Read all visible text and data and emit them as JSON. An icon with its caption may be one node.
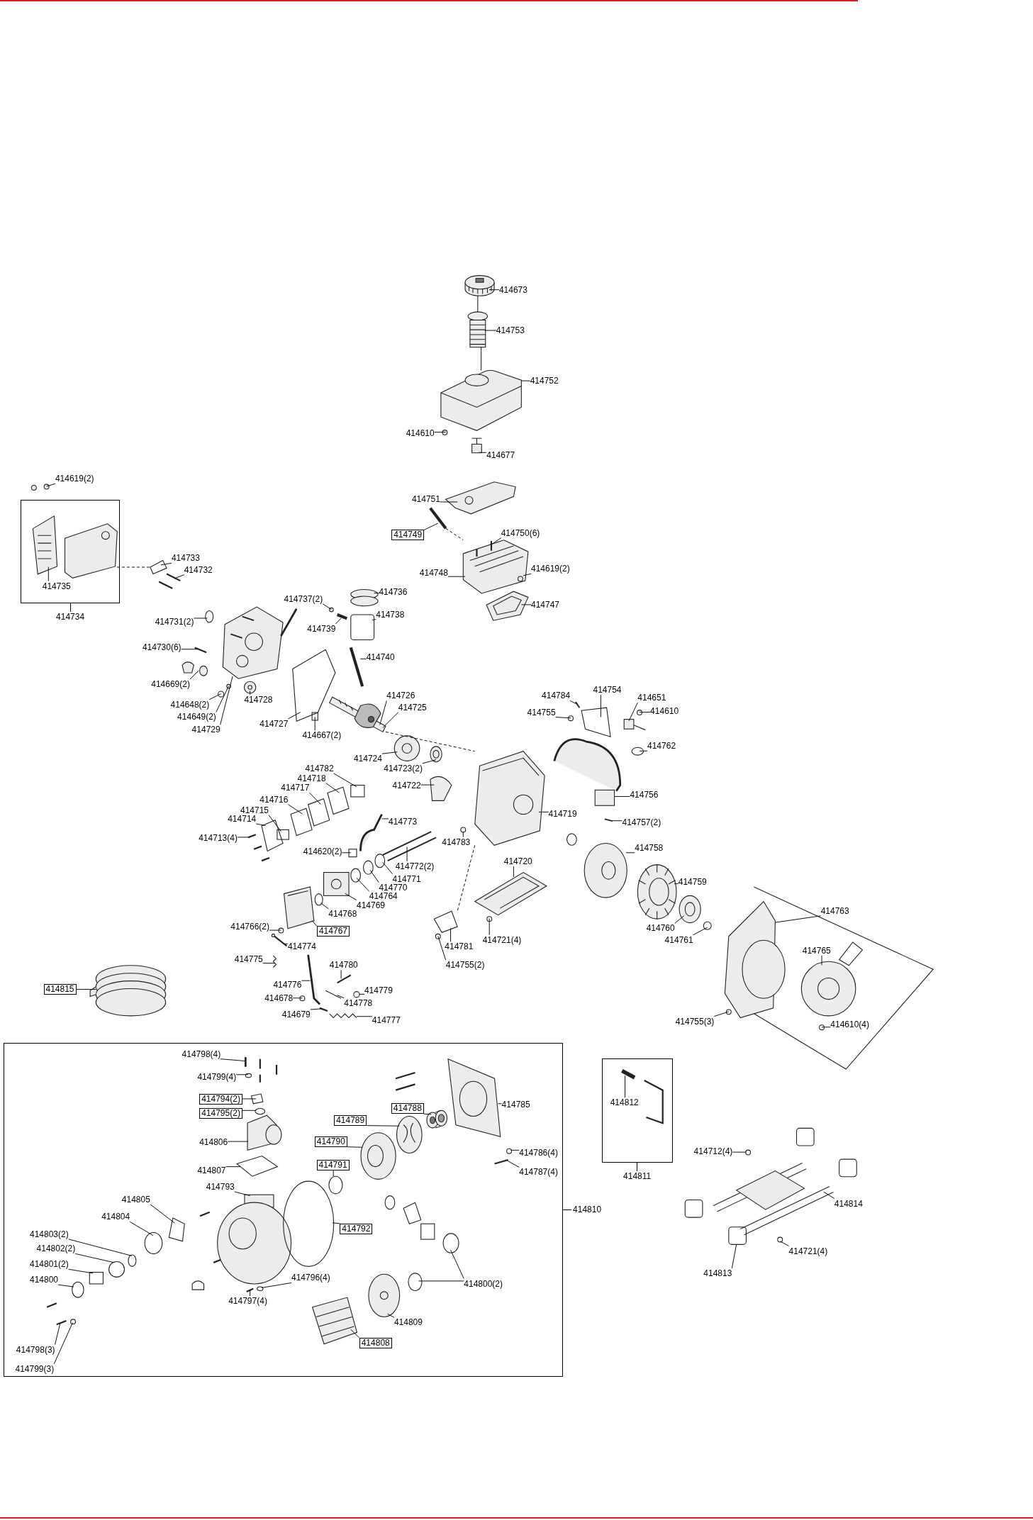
{
  "diagram": {
    "nodes": [
      {
        "text": [
          "414673"
        ]
      },
      {
        "text": [
          "414753"
        ]
      },
      {
        "text": [
          "414752"
        ]
      },
      {
        "text": [
          "414610"
        ]
      },
      {
        "text": [
          "414677"
        ]
      },
      {
        "text": [
          "414751"
        ]
      },
      {
        "text": [
          "414749"
        ]
      },
      {
        "text": [
          "414750(6)"
        ]
      },
      {
        "text": [
          "414748"
        ]
      },
      {
        "text": [
          "414619(2)"
        ]
      },
      {
        "text": [
          "414747"
        ]
      },
      {
        "text": [
          "414619(2)"
        ]
      },
      {
        "text": [
          "414734"
        ]
      },
      {
        "text": [
          "414735"
        ],
        "in": 12
      },
      {
        "text": [
          "414733"
        ]
      },
      {
        "text": [
          "414732"
        ]
      },
      {
        "text": [
          "414731(2)"
        ]
      },
      {
        "text": [
          "414730(6)"
        ]
      },
      {
        "text": [
          "414669(2)"
        ]
      },
      {
        "text": [
          "414648(2)"
        ]
      },
      {
        "text": [
          "414649(2)"
        ]
      },
      {
        "text": [
          "414729"
        ]
      },
      {
        "text": [
          "414728"
        ]
      },
      {
        "text": [
          "414727"
        ]
      },
      {
        "text": [
          "414667(2)"
        ]
      },
      {
        "text": [
          "414737(2)"
        ]
      },
      {
        "text": [
          "414736"
        ]
      },
      {
        "text": [
          "414738"
        ]
      },
      {
        "text": [
          "414739"
        ]
      },
      {
        "text": [
          "414740"
        ]
      },
      {
        "text": [
          "414726"
        ]
      },
      {
        "text": [
          "414725"
        ]
      },
      {
        "text": [
          "414724"
        ]
      },
      {
        "text": [
          "414723(2)"
        ]
      },
      {
        "text": [
          "414722"
        ]
      },
      {
        "text": [
          "414782"
        ]
      },
      {
        "text": [
          "414718"
        ]
      },
      {
        "text": [
          "414717"
        ]
      },
      {
        "text": [
          "414716"
        ]
      },
      {
        "text": [
          "414715"
        ]
      },
      {
        "text": [
          "414714"
        ]
      },
      {
        "text": [
          "414713(4)"
        ]
      },
      {
        "text": [
          "414773"
        ]
      },
      {
        "text": [
          "414620(2)"
        ]
      },
      {
        "text": [
          "414783"
        ]
      },
      {
        "text": [
          "414772(2)"
        ]
      },
      {
        "text": [
          "414771"
        ]
      },
      {
        "text": [
          "414770"
        ]
      },
      {
        "text": [
          "414764"
        ]
      },
      {
        "text": [
          "414769"
        ]
      },
      {
        "text": [
          "414768"
        ]
      },
      {
        "text": [
          "414766(2)"
        ]
      },
      {
        "text": [
          "414767"
        ]
      },
      {
        "text": [
          "414774"
        ]
      },
      {
        "text": [
          "414775"
        ]
      },
      {
        "text": [
          "414815"
        ]
      },
      {
        "text": [
          "414780"
        ]
      },
      {
        "text": [
          "414776"
        ]
      },
      {
        "text": [
          "414779"
        ]
      },
      {
        "text": [
          "414678"
        ]
      },
      {
        "text": [
          "414778"
        ]
      },
      {
        "text": [
          "414679"
        ]
      },
      {
        "text": [
          "414777"
        ]
      },
      {
        "text": [
          "414720"
        ]
      },
      {
        "text": [
          "414781"
        ]
      },
      {
        "text": [
          "414721(4)"
        ]
      },
      {
        "text": [
          "414755(2)"
        ]
      },
      {
        "text": [
          "414719"
        ]
      },
      {
        "text": [
          "414784"
        ]
      },
      {
        "text": [
          "414754"
        ]
      },
      {
        "text": [
          "414755"
        ]
      },
      {
        "text": [
          "414651"
        ]
      },
      {
        "text": [
          "414610"
        ]
      },
      {
        "text": [
          "414762"
        ]
      },
      {
        "text": [
          "414756"
        ]
      },
      {
        "text": [
          "414757(2)"
        ]
      },
      {
        "text": [
          "414758"
        ]
      },
      {
        "text": [
          "414759"
        ]
      },
      {
        "text": [
          "414760"
        ]
      },
      {
        "text": [
          "414761"
        ]
      },
      {
        "text": [
          "414763"
        ]
      },
      {
        "text": [
          "414765"
        ]
      },
      {
        "text": [
          "414755(3)"
        ]
      },
      {
        "text": [
          "414610(4)"
        ]
      },
      {
        "text": [
          "414810"
        ]
      },
      {
        "text": [
          "414798(4)"
        ],
        "in": 84
      },
      {
        "text": [
          "414799(4)"
        ],
        "in": 84
      },
      {
        "text": [
          "414794(2)"
        ],
        "in": 84
      },
      {
        "text": [
          "414795(2)"
        ],
        "in": 84
      },
      {
        "text": [
          "414806"
        ],
        "in": 84
      },
      {
        "text": [
          "414807"
        ],
        "in": 84
      },
      {
        "text": [
          "414793"
        ],
        "in": 84
      },
      {
        "text": [
          "414805"
        ],
        "in": 84
      },
      {
        "text": [
          "414804"
        ],
        "in": 84
      },
      {
        "text": [
          "414803(2)"
        ],
        "in": 84
      },
      {
        "text": [
          "414802(2)"
        ],
        "in": 84
      },
      {
        "text": [
          "414801(2)"
        ],
        "in": 84
      },
      {
        "text": [
          "414800"
        ],
        "in": 84
      },
      {
        "text": [
          "414798(3)"
        ],
        "in": 84
      },
      {
        "text": [
          "414799(3)"
        ],
        "in": 84
      },
      {
        "text": [
          "414796(4)"
        ],
        "in": 84
      },
      {
        "text": [
          "414797(4)"
        ],
        "in": 84
      },
      {
        "text": [
          "414792"
        ],
        "in": 84
      },
      {
        "text": [
          "414791"
        ],
        "in": 84
      },
      {
        "text": [
          "414790"
        ],
        "in": 84
      },
      {
        "text": [
          "414789"
        ],
        "in": 84
      },
      {
        "text": [
          "414788"
        ],
        "in": 84
      },
      {
        "text": [
          "414785"
        ],
        "in": 84
      },
      {
        "text": [
          "414786(4)"
        ],
        "in": 84
      },
      {
        "text": [
          "414787(4)"
        ],
        "in": 84
      },
      {
        "text": [
          "414800(2)"
        ],
        "in": 84
      },
      {
        "text": [
          "414809"
        ],
        "in": 84
      },
      {
        "text": [
          "414808"
        ],
        "in": 84
      },
      {
        "text": [
          "414811"
        ]
      },
      {
        "text": [
          "414812"
        ],
        "in": 113
      },
      {
        "text": [
          "414712(4)"
        ]
      },
      {
        "text": [
          "414814"
        ]
      },
      {
        "text": [
          "414721(4)"
        ]
      },
      {
        "text": [
          "414813"
        ]
      },
      {
        "text": [],
        "shape": "picture"
      },
      {
        "text": [],
        "shape": "picture"
      },
      {
        "text": [],
        "shape": "picture"
      },
      {
        "text": [],
        "shape": "picture"
      },
      {
        "text": [],
        "shape": "picture"
      },
      {
        "text": [],
        "shape": "picture"
      },
      {
        "text": [],
        "shape": "picture"
      },
      {
        "text": [],
        "shape": "picture"
      },
      {
        "text": [],
        "shape": "picture"
      },
      {
        "text": [],
        "shape": "picture",
        "in": 12
      },
      {
        "text": [],
        "shape": "box"
      },
      {
        "text": [],
        "shape": "picture"
      },
      {
        "text": [],
        "shape": "circle"
      },
      {
        "text": [],
        "shape": "picture"
      },
      {
        "text": [],
        "shape": "picture"
      },
      {
        "text": [],
        "shape": "circle"
      },
      {
        "text": [],
        "shape": "circle"
      },
      {
        "text": [],
        "shape": "picture"
      },
      {
        "text": [],
        "shape": "picture"
      },
      {
        "text": [],
        "shape": "box"
      },
      {
        "text": [],
        "shape": "box"
      },
      {
        "text": [],
        "shape": "circle"
      },
      {
        "text": [],
        "shape": "picture"
      },
      {
        "text": [],
        "shape": "box"
      },
      {
        "text": [],
        "shape": "picture"
      },
      {
        "text": [],
        "shape": "picture"
      },
      {
        "text": [],
        "shape": "picture"
      },
      {
        "text": [],
        "shape": "picture"
      },
      {
        "text": [],
        "shape": "picture"
      },
      {
        "text": [],
        "shape": "picture"
      },
      {
        "text": [],
        "shape": "box"
      },
      {
        "text": [],
        "shape": "box"
      },
      {
        "text": [],
        "shape": "box"
      },
      {
        "text": [],
        "shape": "box"
      },
      {
        "text": [],
        "shape": "box"
      },
      {
        "text": [],
        "shape": "box"
      },
      {
        "text": [],
        "shape": "picture"
      },
      {
        "text": [],
        "shape": "picture"
      },
      {
        "text": [],
        "shape": "box"
      },
      {
        "text": [],
        "shape": "picture"
      },
      {
        "text": [],
        "shape": "circle"
      },
      {
        "text": [],
        "shape": "picture"
      },
      {
        "text": [],
        "shape": "circle"
      },
      {
        "text": [],
        "shape": "circle"
      },
      {
        "text": [],
        "shape": "circle"
      },
      {
        "text": [],
        "shape": "picture"
      },
      {
        "text": [],
        "shape": "circle"
      },
      {
        "text": [],
        "shape": "picture"
      },
      {
        "text": [],
        "shape": "circle"
      },
      {
        "text": [],
        "shape": "picture"
      },
      {
        "text": [],
        "shape": "picture"
      },
      {
        "text": [],
        "shape": "picture"
      },
      {
        "text": [],
        "shape": "picture"
      },
      {
        "text": [],
        "shape": "picture"
      },
      {
        "text": [],
        "shape": "circle"
      },
      {
        "text": [],
        "shape": "circle"
      },
      {
        "text": [],
        "shape": "picture"
      },
      {
        "text": [],
        "shape": "picture"
      },
      {
        "text": [],
        "shape": "picture"
      },
      {
        "text": [],
        "shape": "picture"
      },
      {
        "text": [],
        "shape": "box"
      },
      {
        "text": [],
        "shape": "circle"
      },
      {
        "text": [],
        "shape": "circle"
      },
      {
        "text": [],
        "shape": "picture"
      },
      {
        "text": [],
        "shape": "box"
      },
      {
        "text": [],
        "shape": "circle"
      },
      {
        "text": [],
        "shape": "picture"
      },
      {
        "text": [],
        "shape": "circle"
      },
      {
        "text": [],
        "shape": "circle"
      },
      {
        "text": [],
        "shape": "picture"
      },
      {
        "text": [],
        "shape": "picture"
      },
      {
        "text": [],
        "shape": "picture"
      },
      {
        "text": [],
        "shape": "picture"
      },
      {
        "text": [],
        "shape": "picture"
      },
      {
        "text": [],
        "shape": "circle"
      },
      {
        "text": [],
        "shape": "picture"
      },
      {
        "text": [],
        "shape": "picture"
      },
      {
        "text": [],
        "shape": "circle"
      },
      {
        "text": [],
        "shape": "circle"
      },
      {
        "text": [],
        "shape": "picture",
        "in": 84
      },
      {
        "text": [],
        "shape": "circle",
        "in": 84
      },
      {
        "text": [],
        "shape": "box",
        "in": 84
      },
      {
        "text": [],
        "shape": "circle",
        "in": 84
      },
      {
        "text": [],
        "shape": "picture",
        "in": 84
      },
      {
        "text": [],
        "shape": "box",
        "in": 84
      },
      {
        "text": [],
        "shape": "picture",
        "in": 84
      },
      {
        "text": [],
        "shape": "box",
        "in": 84
      },
      {
        "text": [],
        "shape": "circle",
        "in": 84
      },
      {
        "text": [],
        "shape": "circle",
        "in": 84
      },
      {
        "text": [],
        "shape": "circle",
        "in": 84
      },
      {
        "text": [],
        "shape": "box",
        "in": 84
      },
      {
        "text": [],
        "shape": "circle",
        "in": 84
      },
      {
        "text": [],
        "shape": "picture",
        "in": 84
      },
      {
        "text": [],
        "shape": "circle",
        "in": 84
      },
      {
        "text": [],
        "shape": "circle",
        "in": 84
      },
      {
        "text": [],
        "shape": "picture",
        "in": 84
      },
      {
        "text": [],
        "shape": "circle",
        "in": 84
      },
      {
        "text": [],
        "shape": "circle",
        "in": 84
      },
      {
        "text": [],
        "shape": "picture",
        "in": 84
      },
      {
        "text": [],
        "shape": "picture",
        "in": 84
      },
      {
        "text": [],
        "shape": "picture",
        "in": 84
      },
      {
        "text": [],
        "shape": "picture",
        "in": 84
      },
      {
        "text": [],
        "shape": "circle",
        "in": 84
      },
      {
        "text": [],
        "shape": "picture",
        "in": 84
      },
      {
        "text": [],
        "shape": "circle",
        "in": 84
      },
      {
        "text": [],
        "shape": "circle",
        "in": 84
      },
      {
        "text": [],
        "shape": "picture",
        "in": 84
      },
      {
        "text": [],
        "shape": "picture",
        "in": 84
      },
      {
        "text": [],
        "shape": "picture",
        "in": 113
      },
      {
        "text": [],
        "shape": "circle"
      },
      {
        "text": [],
        "shape": "picture"
      },
      {
        "text": [],
        "shape": "circle"
      },
      {
        "text": [],
        "shape": "box"
      }
    ],
    "edges": [
      {
        "from": 0,
        "to": 119,
        "arrow": "none"
      },
      {
        "from": 1,
        "to": 120,
        "arrow": "none"
      },
      {
        "from": 2,
        "to": 121,
        "arrow": "none"
      },
      {
        "from": 3,
        "to": 121,
        "arrow": "none"
      },
      {
        "from": 4,
        "to": 122,
        "arrow": "none"
      },
      {
        "from": 5,
        "to": 123,
        "arrow": "none"
      },
      {
        "from": 6,
        "to": 124,
        "arrow": "none"
      },
      {
        "from": 7,
        "to": 125,
        "arrow": "none"
      },
      {
        "from": 8,
        "to": 125,
        "arrow": "none"
      },
      {
        "from": 9,
        "to": 125,
        "arrow": "none"
      },
      {
        "from": 10,
        "to": 126,
        "arrow": "none"
      },
      {
        "from": 11,
        "to": 127,
        "arrow": "none"
      },
      {
        "from": 13,
        "to": 128,
        "arrow": "none"
      },
      {
        "from": 14,
        "to": 129,
        "arrow": "none"
      },
      {
        "from": 15,
        "to": 130,
        "arrow": "none"
      },
      {
        "from": 16,
        "to": 131,
        "arrow": "none"
      },
      {
        "from": 17,
        "to": 132,
        "arrow": "none"
      },
      {
        "from": 18,
        "to": 133,
        "arrow": "none"
      },
      {
        "from": 19,
        "to": 134,
        "arrow": "none"
      },
      {
        "from": 20,
        "to": 135,
        "arrow": "none"
      },
      {
        "from": 21,
        "to": 136,
        "arrow": "none"
      },
      {
        "from": 22,
        "to": 137,
        "arrow": "none"
      },
      {
        "from": 23,
        "to": 138,
        "arrow": "none"
      },
      {
        "from": 24,
        "to": 139,
        "arrow": "none"
      },
      {
        "from": 25,
        "to": 140,
        "arrow": "none"
      },
      {
        "from": 26,
        "to": 141,
        "arrow": "none"
      },
      {
        "from": 27,
        "to": 142,
        "arrow": "none"
      },
      {
        "from": 28,
        "to": 143,
        "arrow": "none"
      },
      {
        "from": 29,
        "to": 144,
        "arrow": "none"
      },
      {
        "from": 30,
        "to": 145,
        "arrow": "none"
      },
      {
        "from": 31,
        "to": 145,
        "arrow": "none"
      },
      {
        "from": 32,
        "to": 146,
        "arrow": "none"
      },
      {
        "from": 33,
        "to": 147,
        "arrow": "none"
      },
      {
        "from": 34,
        "to": 148,
        "arrow": "none"
      },
      {
        "from": 35,
        "to": 149,
        "arrow": "none"
      },
      {
        "from": 36,
        "to": 150,
        "arrow": "none"
      },
      {
        "from": 37,
        "to": 151,
        "arrow": "none"
      },
      {
        "from": 38,
        "to": 152,
        "arrow": "none"
      },
      {
        "from": 39,
        "to": 153,
        "arrow": "none"
      },
      {
        "from": 40,
        "to": 154,
        "arrow": "none"
      },
      {
        "from": 41,
        "to": 155,
        "arrow": "none"
      },
      {
        "from": 42,
        "to": 156,
        "arrow": "none"
      },
      {
        "from": 43,
        "to": 157,
        "arrow": "none"
      },
      {
        "from": 44,
        "to": 159,
        "arrow": "none"
      },
      {
        "from": 45,
        "to": 160,
        "arrow": "none"
      },
      {
        "from": 46,
        "to": 161,
        "arrow": "none"
      },
      {
        "from": 47,
        "to": 162,
        "arrow": "none"
      },
      {
        "from": 48,
        "to": 163,
        "arrow": "none"
      },
      {
        "from": 49,
        "to": 164,
        "arrow": "none"
      },
      {
        "from": 50,
        "to": 165,
        "arrow": "none"
      },
      {
        "from": 51,
        "to": 167,
        "arrow": "none"
      },
      {
        "from": 52,
        "to": 166,
        "arrow": "none"
      },
      {
        "from": 53,
        "to": 168,
        "arrow": "none"
      },
      {
        "from": 54,
        "to": 169,
        "arrow": "none"
      },
      {
        "from": 55,
        "to": 170,
        "arrow": "none"
      },
      {
        "from": 56,
        "to": 171,
        "arrow": "none"
      },
      {
        "from": 57,
        "to": 172,
        "arrow": "none"
      },
      {
        "from": 58,
        "to": 173,
        "arrow": "none"
      },
      {
        "from": 59,
        "to": 174,
        "arrow": "none"
      },
      {
        "from": 60,
        "to": 175,
        "arrow": "none"
      },
      {
        "from": 61,
        "to": 176,
        "arrow": "none"
      },
      {
        "from": 62,
        "to": 177,
        "arrow": "none"
      },
      {
        "from": 63,
        "to": 178,
        "arrow": "none"
      },
      {
        "from": 64,
        "to": 179,
        "arrow": "none"
      },
      {
        "from": 65,
        "to": 180,
        "arrow": "none"
      },
      {
        "from": 66,
        "to": 181,
        "arrow": "none"
      },
      {
        "from": 67,
        "to": 158,
        "arrow": "none"
      },
      {
        "from": 68,
        "to": 182,
        "arrow": "none"
      },
      {
        "from": 69,
        "to": 183,
        "arrow": "none"
      },
      {
        "from": 70,
        "to": 184,
        "arrow": "none"
      },
      {
        "from": 71,
        "to": 185,
        "arrow": "none"
      },
      {
        "from": 72,
        "to": 186,
        "arrow": "none"
      },
      {
        "from": 73,
        "to": 187,
        "arrow": "none"
      },
      {
        "from": 74,
        "to": 188,
        "arrow": "none"
      },
      {
        "from": 75,
        "to": 189,
        "arrow": "none"
      },
      {
        "from": 76,
        "to": 190,
        "arrow": "none"
      },
      {
        "from": 77,
        "to": 191,
        "arrow": "none"
      },
      {
        "from": 78,
        "to": 192,
        "arrow": "none"
      },
      {
        "from": 79,
        "to": 193,
        "arrow": "none"
      },
      {
        "from": 80,
        "to": 194,
        "arrow": "none"
      },
      {
        "from": 81,
        "to": 195,
        "arrow": "none"
      },
      {
        "from": 82,
        "to": 196,
        "arrow": "none"
      },
      {
        "from": 83,
        "to": 197,
        "arrow": "none"
      },
      {
        "from": 85,
        "to": 198,
        "arrow": "none"
      },
      {
        "from": 86,
        "to": 199,
        "arrow": "none"
      },
      {
        "from": 87,
        "to": 200,
        "arrow": "none"
      },
      {
        "from": 88,
        "to": 201,
        "arrow": "none"
      },
      {
        "from": 89,
        "to": 202,
        "arrow": "none"
      },
      {
        "from": 90,
        "to": 203,
        "arrow": "none"
      },
      {
        "from": 91,
        "to": 204,
        "arrow": "none"
      },
      {
        "from": 92,
        "to": 205,
        "arrow": "none"
      },
      {
        "from": 93,
        "to": 206,
        "arrow": "none"
      },
      {
        "from": 94,
        "to": 207,
        "arrow": "none"
      },
      {
        "from": 95,
        "to": 208,
        "arrow": "none"
      },
      {
        "from": 96,
        "to": 209,
        "arrow": "none"
      },
      {
        "from": 97,
        "to": 210,
        "arrow": "none"
      },
      {
        "from": 98,
        "to": 211,
        "arrow": "none"
      },
      {
        "from": 99,
        "to": 212,
        "arrow": "none"
      },
      {
        "from": 100,
        "to": 213,
        "arrow": "none"
      },
      {
        "from": 101,
        "to": 214,
        "arrow": "none"
      },
      {
        "from": 102,
        "to": 215,
        "arrow": "none"
      },
      {
        "from": 103,
        "to": 216,
        "arrow": "none"
      },
      {
        "from": 104,
        "to": 217,
        "arrow": "none"
      },
      {
        "from": 105,
        "to": 218,
        "arrow": "none"
      },
      {
        "from": 106,
        "to": 219,
        "arrow": "none"
      },
      {
        "from": 107,
        "to": 220,
        "arrow": "none"
      },
      {
        "from": 108,
        "to": 221,
        "arrow": "none"
      },
      {
        "from": 109,
        "to": 222,
        "arrow": "none"
      },
      {
        "from": 110,
        "to": 223,
        "arrow": "none"
      },
      {
        "from": 110,
        "to": 224,
        "arrow": "none"
      },
      {
        "from": 111,
        "to": 225,
        "arrow": "none"
      },
      {
        "from": 112,
        "to": 226,
        "arrow": "none"
      },
      {
        "from": 114,
        "to": 227,
        "arrow": "none"
      },
      {
        "from": 115,
        "to": 228,
        "arrow": "none"
      },
      {
        "from": 116,
        "to": 229,
        "arrow": "none"
      },
      {
        "from": 117,
        "to": 230,
        "arrow": "none"
      },
      {
        "from": 118,
        "to": 231,
        "arrow": "none"
      },
      {
        "from": 119,
        "to": 120,
        "arrow": "none"
      },
      {
        "from": 120,
        "to": 121,
        "arrow": "none"
      },
      {
        "from": 124,
        "to": 125,
        "arrow": "none",
        "style": "dashed"
      },
      {
        "from": 128,
        "to": 129,
        "arrow": "none",
        "style": "dashed"
      },
      {
        "from": 145,
        "to": 158,
        "arrow": "none",
        "style": "dashed"
      },
      {
        "from": 158,
        "to": 179,
        "arrow": "none",
        "style": "dashed"
      }
    ]
  }
}
